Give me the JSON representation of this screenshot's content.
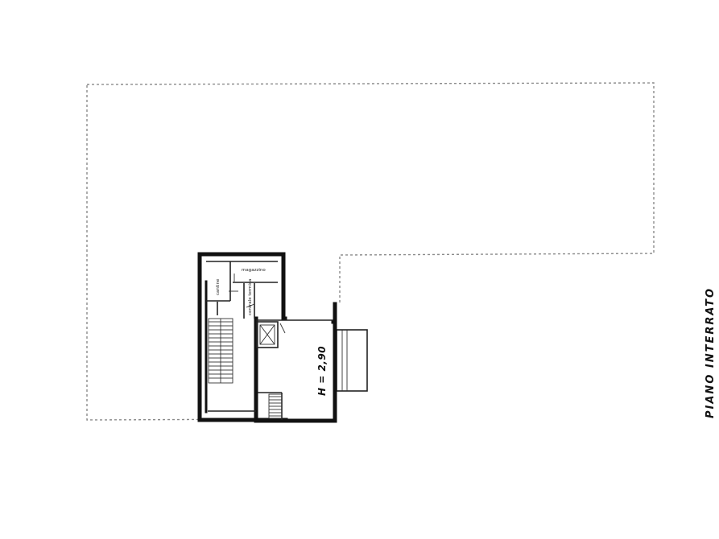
{
  "plan": {
    "title": "PIANO  INTERRATO",
    "height_label": "H = 2,90",
    "rooms": {
      "cantina": "cantine",
      "magazzino": "magazzino",
      "deposito": "centrale termica"
    }
  }
}
